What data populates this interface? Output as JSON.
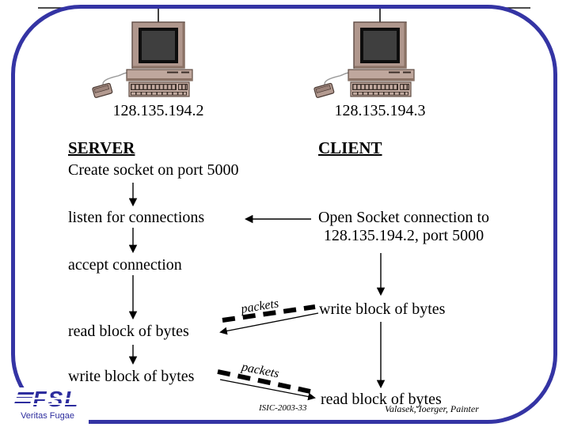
{
  "network": {
    "server_ip": "128.135.194.2",
    "client_ip": "128.135.194.3"
  },
  "server": {
    "header": "SERVER",
    "steps": [
      "Create socket on port 5000",
      "listen for connections",
      "accept connection",
      "read block of bytes",
      "write block of bytes"
    ]
  },
  "client": {
    "header": "CLIENT",
    "open_line1": "Open Socket connection to",
    "open_line2": "128.135.194.2, port 5000",
    "write_step": "write block of bytes",
    "read_step": "read block of bytes"
  },
  "packets_label": "packets",
  "footer": {
    "slide_id": "ISIC-2003-33",
    "authors": "Valasek, Ioerger, Painter",
    "logo_text": "FSL",
    "logo_motto": "Veritas Fugae"
  },
  "colors": {
    "border_blue": "#3434a4",
    "logo_blue": "#2d2d9e",
    "diagram_black": "#000000",
    "computer_tan": "#bfa79d",
    "screen_dark": "#3f3f3f"
  }
}
